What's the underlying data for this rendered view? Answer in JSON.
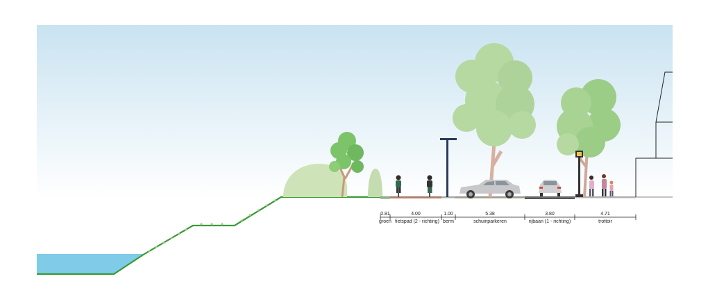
{
  "figure": {
    "background_sky_top": "#c9e3f1",
    "background_sky_bottom": "#ffffff",
    "water_color": "#7fcbe8",
    "ground_line_color": "#3a9a35"
  },
  "profile": {
    "segments": [
      {
        "id": "groen",
        "width": "0.81",
        "label": "groen"
      },
      {
        "id": "fietspad",
        "width": "4.00",
        "label": "fietspad (2 - richting)"
      },
      {
        "id": "berm",
        "width": "1.00",
        "label": "berm"
      },
      {
        "id": "schuinparkeren",
        "width": "5.38",
        "label": "schuinparkeren"
      },
      {
        "id": "rijbaan",
        "width": "3.80",
        "label": "rijbaan (1 - richting)"
      },
      {
        "id": "trottoir",
        "width": "4.71",
        "label": "trottoir"
      }
    ]
  }
}
